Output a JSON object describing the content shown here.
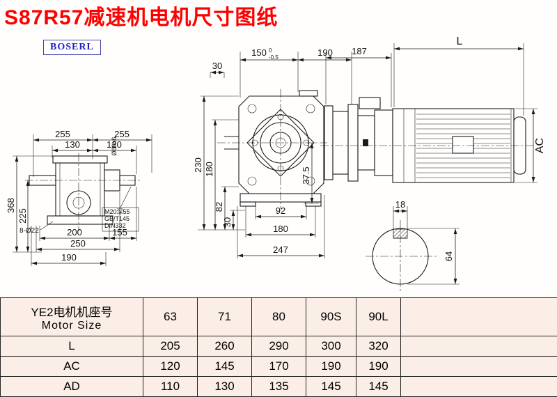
{
  "page": {
    "title": "S87R57减速机电机尺寸图纸",
    "logo": "BOSERL"
  },
  "side_view": {
    "dim_255_left": "255",
    "dim_255_right": "255",
    "dim_130": "130",
    "dim_120": "120",
    "dim_368": "368",
    "dim_225": "225",
    "dim_o60": "Ø60h6",
    "dim_200": "200",
    "dim_155": "155",
    "dim_250": "250",
    "dim_190": "190",
    "dim_8_o22": "8-Ø22",
    "note_1": "M20深55",
    "note_2": "GB/T145",
    "note_3": "DIN332"
  },
  "front_view": {
    "dim_150": "150",
    "tol_upper": "0",
    "tol_lower": "-0.5",
    "dim_190": "190",
    "dim_30_top": "30",
    "dim_230": "230",
    "dim_180_left": "180",
    "dim_82": "82",
    "dim_30_left": "30",
    "dim_92": "92",
    "dim_180_bottom": "180",
    "dim_247": "247",
    "dim_37_5": "37.5"
  },
  "motor_view": {
    "dim_187": "187",
    "dim_L": "L",
    "dim_AC": "AC"
  },
  "shaft_view": {
    "dim_18": "18",
    "dim_64": "64"
  },
  "table": {
    "header": {
      "line1": "YE2电机机座号",
      "line2": "Motor Size"
    },
    "columns": [
      "63",
      "71",
      "80",
      "90S",
      "90L"
    ],
    "rows": [
      {
        "label": "L",
        "values": [
          "205",
          "260",
          "290",
          "300",
          "320"
        ]
      },
      {
        "label": "AC",
        "values": [
          "120",
          "145",
          "170",
          "190",
          "190"
        ]
      },
      {
        "label": "AD",
        "values": [
          "110",
          "130",
          "135",
          "145",
          "145"
        ]
      }
    ]
  },
  "colors": {
    "title": "#fe0000",
    "logo_text": "#2121c2",
    "table_bg": "#fbeee6",
    "line": "#1a1a1a"
  }
}
